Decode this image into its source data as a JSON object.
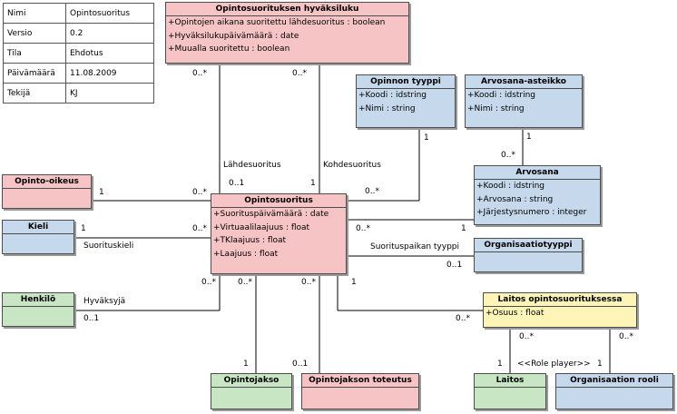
{
  "meta": [
    {
      "key": "Nimi",
      "value": "Opintosuoritus"
    },
    {
      "key": "Versio",
      "value": "0.2"
    },
    {
      "key": "Tila",
      "value": "Ehdotus"
    },
    {
      "key": "Päivämäärä",
      "value": "11.08.2009"
    },
    {
      "key": "Tekijä",
      "value": "KJ"
    }
  ],
  "classes": {
    "hyvaksiluku": {
      "title": "Opintosuorituksen hyväksiluku",
      "attrs": [
        "+Opintojen aikana suoritettu lähdesuoritus : boolean",
        "+Hyväksilukupäivämäärä : date",
        "+Muualla suoritettu : boolean"
      ]
    },
    "opinnon_tyyppi": {
      "title": "Opinnon tyyppi",
      "attrs": [
        "+Koodi : idstring",
        "+Nimi : string"
      ]
    },
    "arvosana_asteikko": {
      "title": "Arvosana-asteikko",
      "attrs": [
        "+Koodi : idstring",
        "+Nimi : string"
      ]
    },
    "arvosana": {
      "title": "Arvosana",
      "attrs": [
        "+Koodi : idstring",
        "+Arvosana : string",
        "+Järjestysnumero : integer"
      ]
    },
    "opinto_oikeus": {
      "title": "Opinto-oikeus",
      "attrs": []
    },
    "kieli": {
      "title": "Kieli",
      "attrs": []
    },
    "opintosuoritus": {
      "title": "Opintosuoritus",
      "attrs": [
        "+Suorituspäivämäärä : date",
        "+Virtuaalilaajuus : float",
        "+TKlaajuus : float",
        "+Laajuus : float"
      ]
    },
    "organisaatiotyyppi": {
      "title": "Organisaatiotyyppi",
      "attrs": []
    },
    "henkilo": {
      "title": "Henkilö",
      "attrs": []
    },
    "laitos_opintosuorituksessa": {
      "title": "Laitos opintosuorituksessa",
      "attrs": [
        "+Osuus : float"
      ]
    },
    "opintojakso": {
      "title": "Opintojakso",
      "attrs": []
    },
    "opintojakson_toteutus": {
      "title": "Opintojakson toteutus",
      "attrs": []
    },
    "laitos": {
      "title": "Laitos",
      "attrs": []
    },
    "organisaation_rooli": {
      "title": "Organisaation rooli",
      "attrs": []
    }
  },
  "labels": {
    "hyv_left_mult": "0..*",
    "hyv_right_mult": "0..*",
    "lahdesuoritus": "Lähdesuoritus",
    "lahdesuoritus_mult": "0..1",
    "kohdesuoritus": "Kohdesuoritus",
    "kohdesuoritus_mult": "1",
    "tyyppi_top_mult": "1",
    "tyyppi_bottom_mult": "0..*",
    "asteikko_mult": "1",
    "arvosana_mult": "0..*",
    "oikeus_mult_left": "1",
    "oikeus_mult_right": "0..*",
    "kieli_mult_left": "1",
    "kieli_mult_right": "0..*",
    "suorituskieli": "Suorituskieli",
    "arvosana_link_left": "0..*",
    "arvosana_link_right": "1",
    "suorituspaikan_tyyppi": "Suorituspaikan tyyppi",
    "orgtyyppi_mult": "0..1",
    "henkilo_mult_right": "0..*",
    "hyvaksyja": "Hyväksyjä",
    "henkilo_mult_left": "0..1",
    "os_bottom_mult_a": "0..*",
    "os_bottom_mult_b": "0..*",
    "os_right_mult": "1",
    "laitos_os_mult": "0..*",
    "opintojakso_mult": "1",
    "toteutus_mult": "0..1",
    "laitos_mult_top": "0..*",
    "laitos_mult_bottom": "1",
    "role_player": "<<Role player>>",
    "rooli_mult_top": "0..*",
    "rooli_mult_bottom": "1"
  }
}
